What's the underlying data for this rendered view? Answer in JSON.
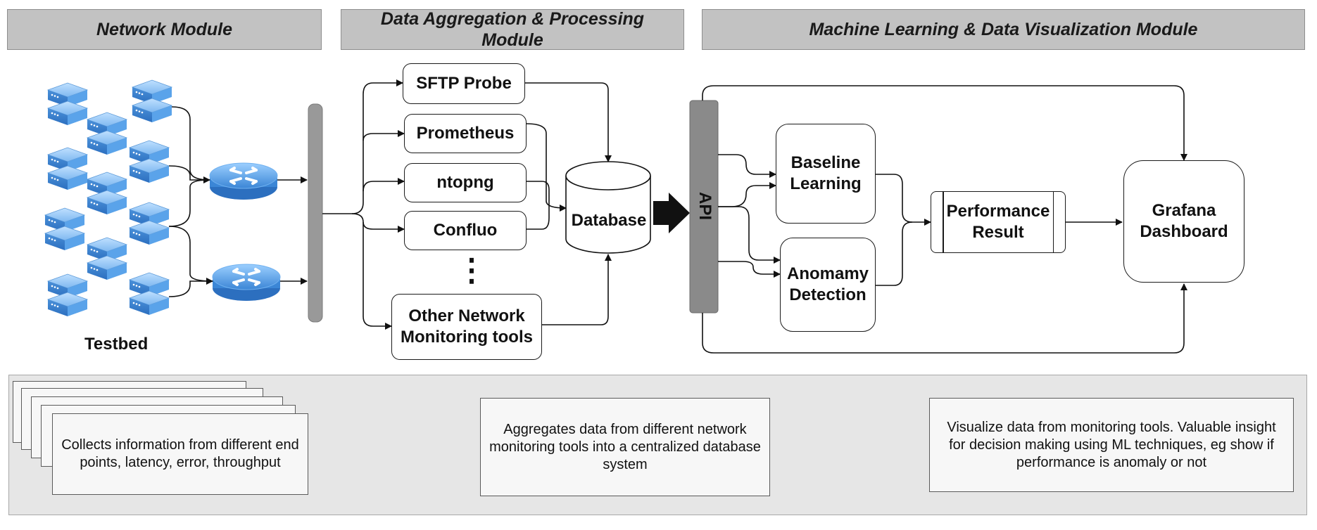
{
  "headers": {
    "network": "Network Module",
    "aggregation": "Data Aggregation & Processing Module",
    "ml": "Machine Learning & Data Visualization Module"
  },
  "network": {
    "testbed_label": "Testbed",
    "server_icon": "server-icon",
    "router_icon": "router-icon"
  },
  "tools": {
    "sftp": "SFTP Probe",
    "prometheus": "Prometheus",
    "ntopng": "ntopng",
    "confluo": "Confluo",
    "ellipsis": "⋮",
    "other": "Other Network Monitoring tools"
  },
  "database": "Database",
  "api": "API",
  "ml": {
    "baseline": "Baseline Learning",
    "anomaly": "Anomamy Detection",
    "performance": "Performance Result",
    "grafana": "Grafana Dashboard"
  },
  "descriptions": {
    "network": "Collects information from different end points, latency, error, throughput",
    "aggregation": "Aggregates data from different network monitoring tools into a centralized database system",
    "ml": "Visualize data from monitoring tools. Valuable insight for decision making using ML techniques, eg show if performance is anomaly or not"
  },
  "colors": {
    "header_bg": "#c2c2c2",
    "bus_bar": "#999999",
    "server_blue": "#4a90d9",
    "router_blue": "#5aa0e6"
  }
}
